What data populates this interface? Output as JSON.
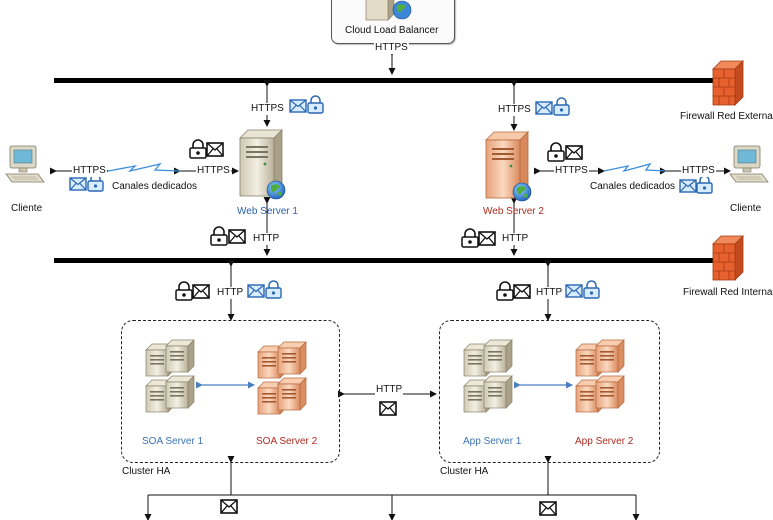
{
  "load_balancer": {
    "label": "Cloud Load Balancer"
  },
  "protocols": {
    "https": "HTTPS",
    "http": "HTTP"
  },
  "firewalls": {
    "external": "Firewall Red Externa",
    "internal": "Firewall Red Interna"
  },
  "clients": {
    "left": "Cliente",
    "right": "Cliente"
  },
  "links": {
    "left": "Canales dedicados",
    "right": "Canales dedicados"
  },
  "web_servers": {
    "one": "Web Server 1",
    "two": "Web Server 2"
  },
  "clusters": {
    "left": {
      "label": "Cluster HA",
      "server_a": "SOA Server 1",
      "server_b": "SOA Server 2"
    },
    "right": {
      "label": "Cluster HA",
      "server_a": "App Server 1",
      "server_b": "App Server 2"
    }
  },
  "colors": {
    "bus": "#000000",
    "link_blue": "#4a7fc0",
    "server_blue": "#3a72b6",
    "server_red": "#b02a1e",
    "firewall": "#e0562a"
  }
}
